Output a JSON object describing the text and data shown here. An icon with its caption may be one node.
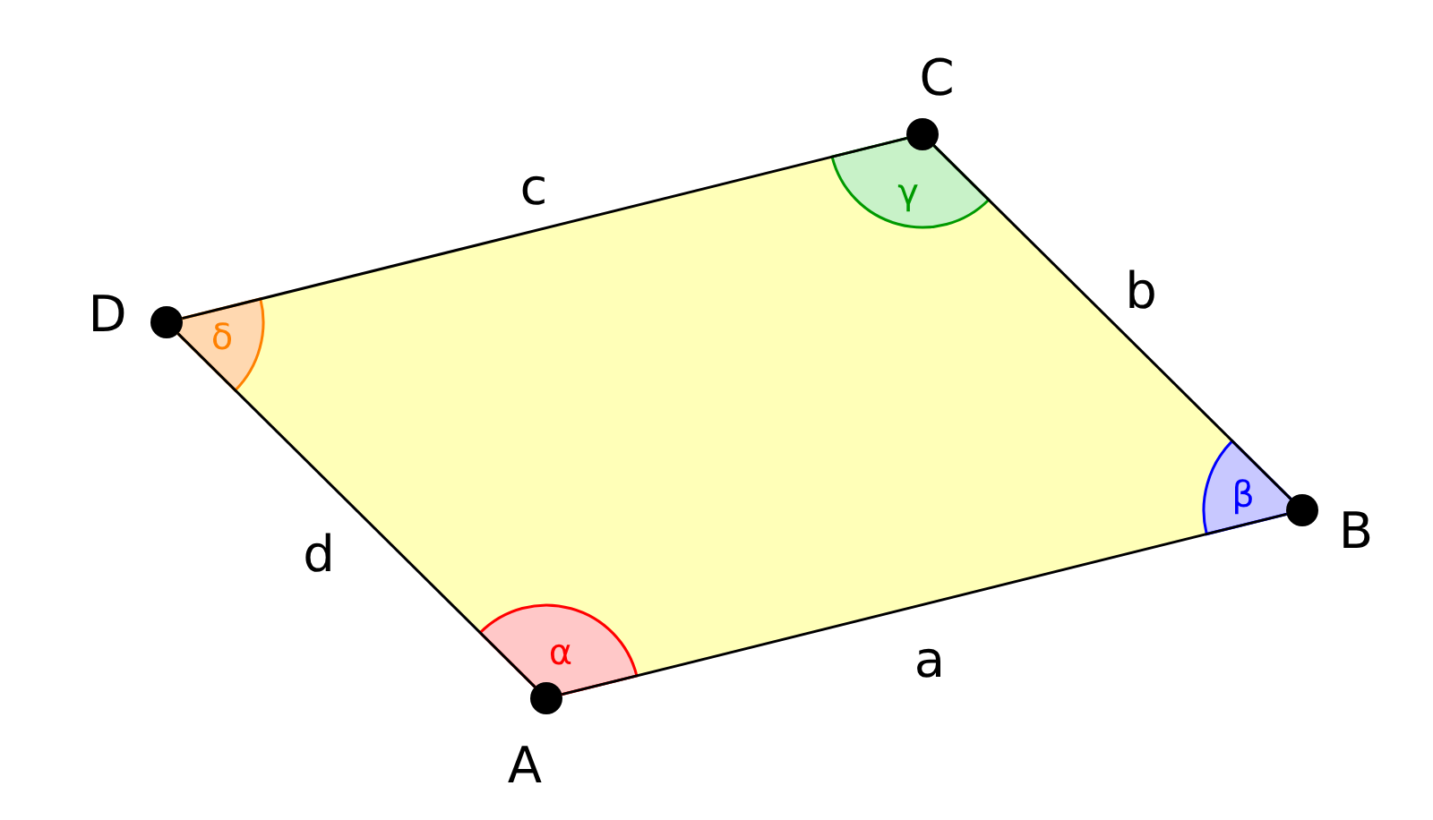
{
  "diagram": {
    "nodes": [
      {
        "text": [],
        "shape": "circle",
        "beside": [
          "C"
        ]
      },
      {
        "text": [],
        "shape": "circle",
        "beside": [
          "D"
        ]
      },
      {
        "text": [],
        "shape": "circle",
        "beside": [
          "B"
        ]
      },
      {
        "text": [],
        "shape": "circle",
        "beside": [
          "A"
        ]
      }
    ],
    "edges": [
      {
        "from": 3,
        "to": 2,
        "arrow": "none",
        "label": "a"
      },
      {
        "from": 2,
        "to": 0,
        "arrow": "none",
        "label": "b"
      },
      {
        "from": 0,
        "to": 1,
        "arrow": "none",
        "label": "c"
      },
      {
        "from": 1,
        "to": 3,
        "arrow": "none",
        "label": "d"
      }
    ],
    "labels": [
      "γ",
      "δ",
      "β",
      "α"
    ]
  }
}
